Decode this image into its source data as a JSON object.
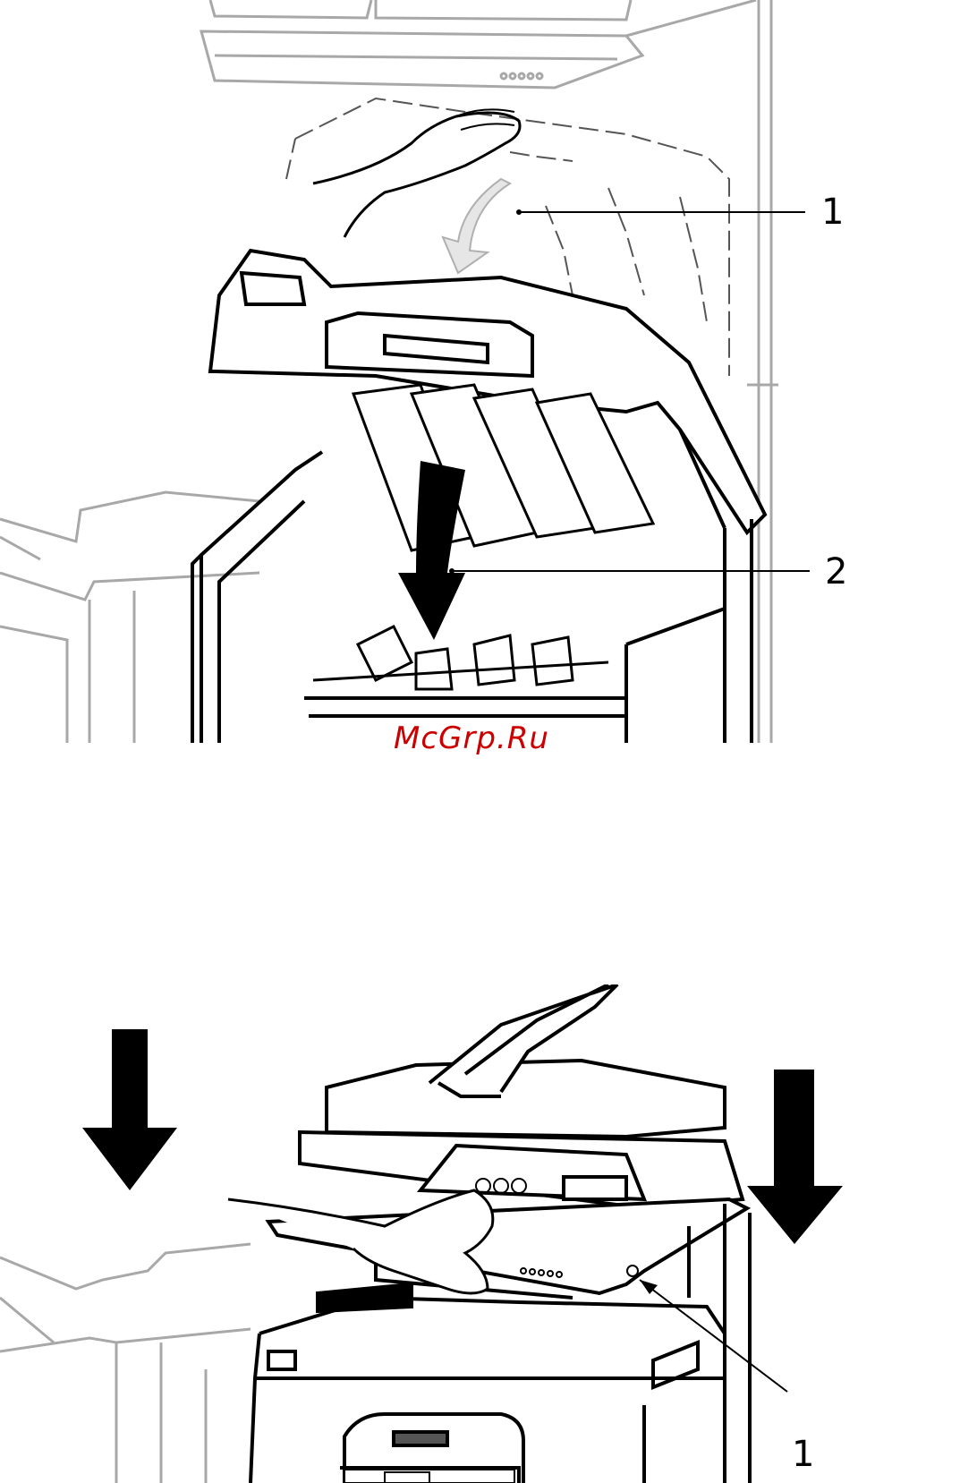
{
  "figures": [
    {
      "callouts": [
        "1",
        "2"
      ]
    },
    {
      "callouts": [
        "1"
      ]
    }
  ],
  "watermark": "McGrp.Ru",
  "colors": {
    "line": "#000000",
    "faded_line": "#a8a8a8",
    "background": "#ffffff",
    "watermark": "#cc0000"
  }
}
